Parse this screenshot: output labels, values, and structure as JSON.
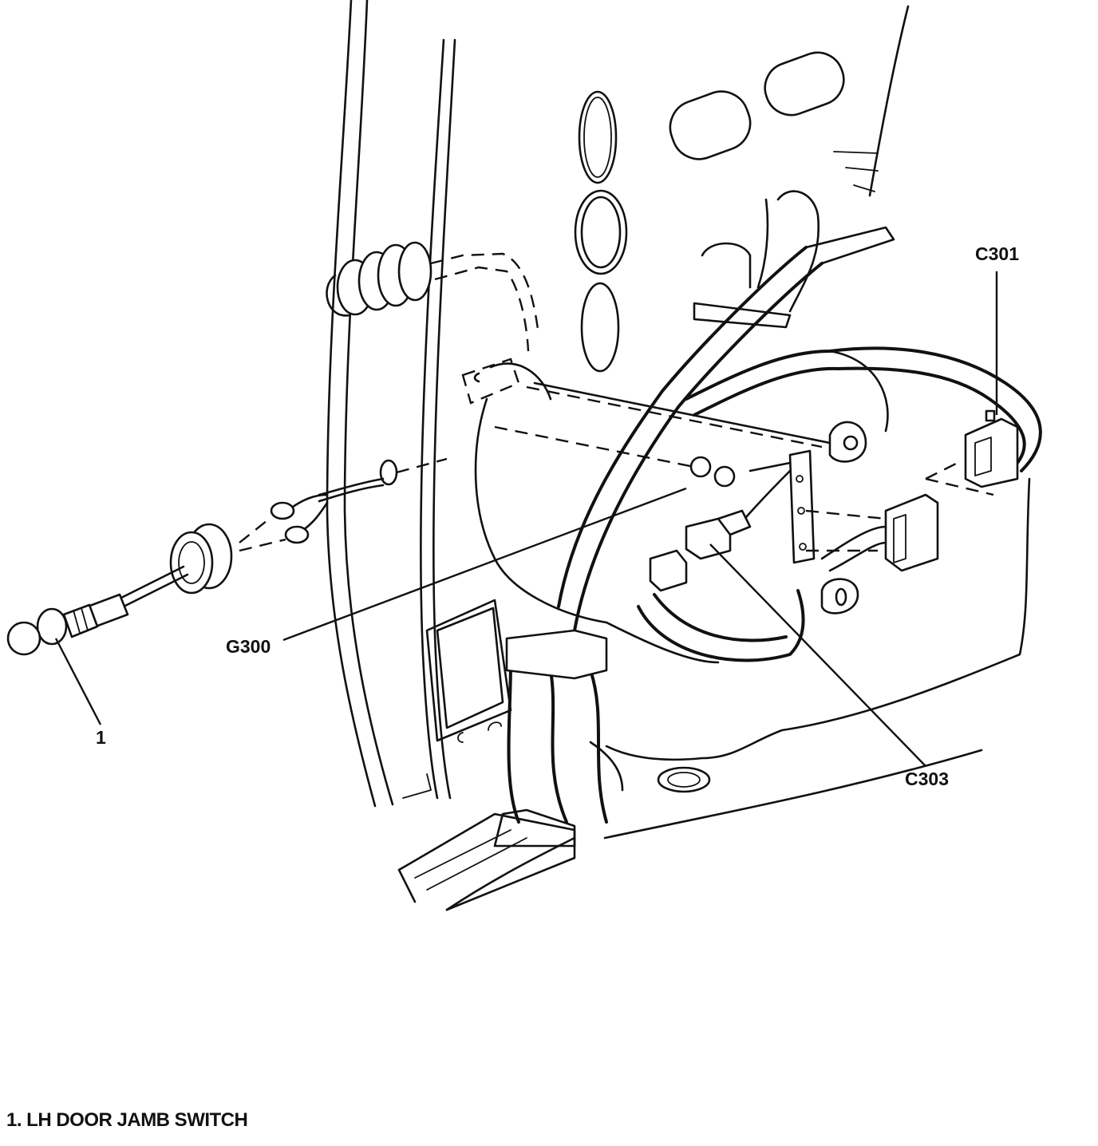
{
  "callouts": {
    "c301": "C301",
    "g300": "G300",
    "item_1": "1",
    "c303": "C303"
  },
  "legend": {
    "items": [
      "1. LH DOOR JAMB SWITCH"
    ]
  }
}
